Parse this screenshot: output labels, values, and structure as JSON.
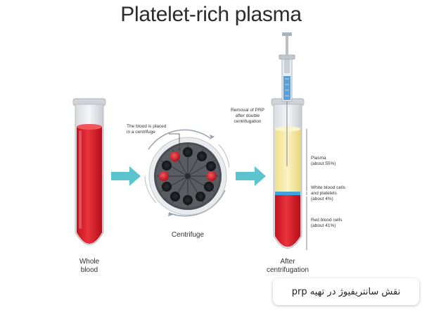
{
  "title": "Platelet-rich plasma",
  "labels": {
    "whole_blood_line1": "Whole",
    "whole_blood_line2": "blood",
    "blood_placed_line1": "The blood is placed",
    "blood_placed_line2": "in a centrifuge",
    "centrifuge": "Centrifuge",
    "removal_line1": "Removal of PRP",
    "removal_line2": "after double",
    "removal_line3": "centrifugation",
    "plasma_line1": "Plasma",
    "plasma_line2": "(about 55%)",
    "wbc_line1": "White blood cells",
    "wbc_line2": "and platelets",
    "wbc_line3": "(about 4%)",
    "rbc_line1": "Red blood cells",
    "rbc_line2": "(about 41%)",
    "after_line1": "After",
    "after_line2": "centrifugation"
  },
  "caption": "نقش سانتریفیوژ در تهیه prp",
  "colors": {
    "blood_red": "#e0212c",
    "plasma_yellow": "#f7ecaa",
    "buffy_blue": "#3fa3e0",
    "arrow_teal": "#5cc4cf",
    "centrifuge_dark": "#4a4d52"
  },
  "icons": [
    "test-tube-icon",
    "centrifuge-icon",
    "syringe-icon",
    "arrow-right-icon"
  ]
}
